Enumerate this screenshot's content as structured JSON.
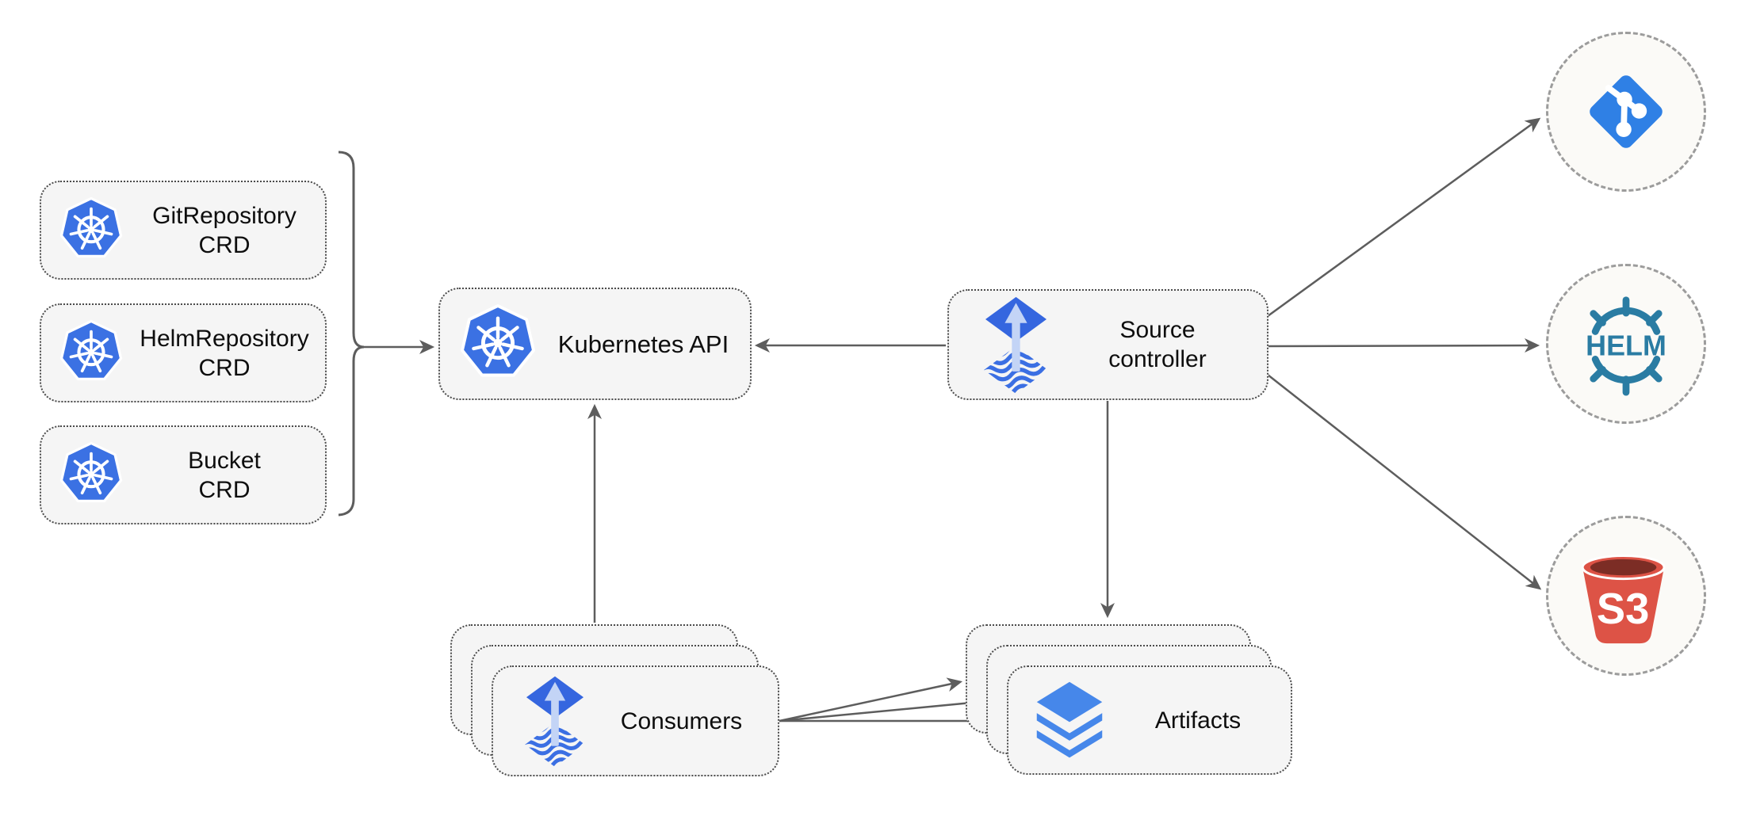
{
  "diagram": {
    "crd_boxes": [
      {
        "line1": "GitRepository",
        "line2": "CRD"
      },
      {
        "line1": "HelmRepository",
        "line2": "CRD"
      },
      {
        "line1": "Bucket",
        "line2": "CRD"
      }
    ],
    "kubernetes_api": {
      "label": "Kubernetes API"
    },
    "source_controller": {
      "line1": "Source",
      "line2": "controller"
    },
    "consumers": {
      "label": "Consumers"
    },
    "artifacts": {
      "label": "Artifacts"
    },
    "externals": {
      "helm_text": "HELM",
      "s3_text": "S3"
    }
  },
  "colors": {
    "kubernetes_blue": "#3b71e3",
    "flux_blue": "#3566df",
    "flux_arrow_light": "#c3d4f6",
    "flux_wave_blue": "#3b6fe3",
    "layers_blue": "#4687ea",
    "git_blue": "#2f80e5",
    "helm_teal": "#2a7ca3",
    "s3_red": "#dd5346",
    "s3_dark_red": "#7c2d25",
    "node_fill": "#f5f5f5",
    "node_border": "#4b4b4b",
    "circle_border": "#9c9c9c",
    "edge_gray": "#5d5d5d"
  }
}
